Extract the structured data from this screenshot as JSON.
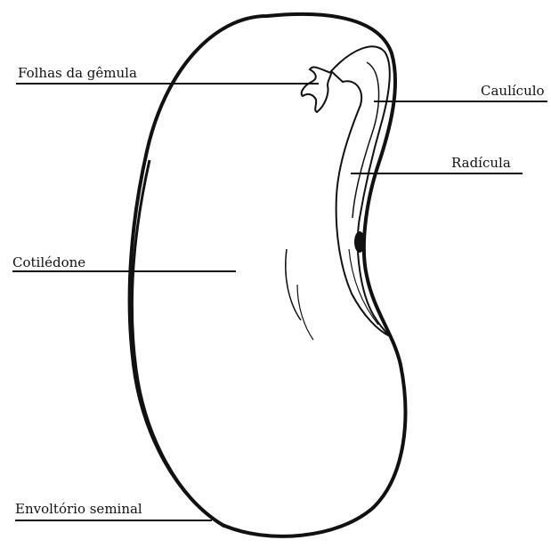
{
  "labels": {
    "folhas": "Folhas da gêmula",
    "cauliculo": "Caulículo",
    "radicula": "Radícula",
    "cotiledone": "Cotilédone",
    "envoltorio": "Envoltório seminal"
  },
  "colors": {
    "ink": "#111111",
    "background": "#ffffff"
  }
}
